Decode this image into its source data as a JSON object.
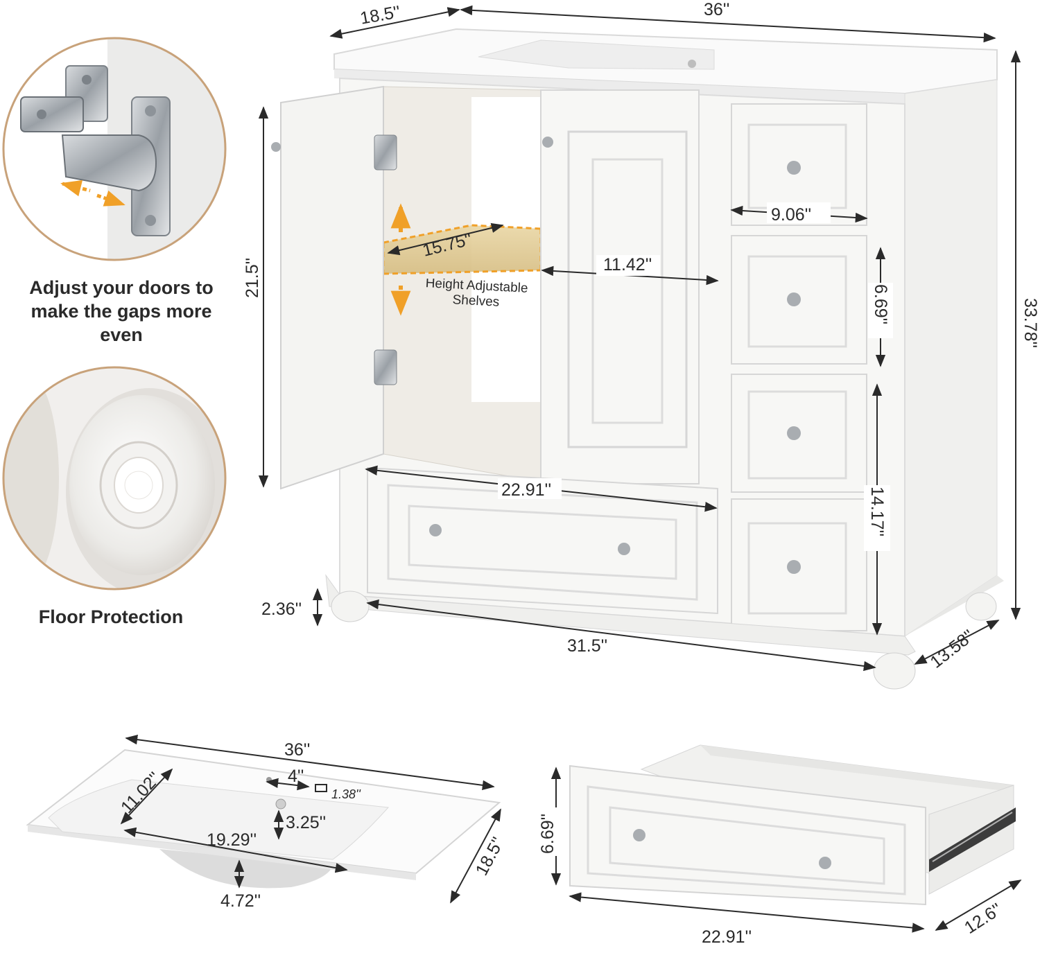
{
  "callouts": {
    "hinge_caption": "Adjust your doors to make the gaps more even",
    "floor_caption": "Floor Protection"
  },
  "vanity": {
    "shelf_label": "Height Adjustable Shelves",
    "dims": {
      "depth_top": "18.5''",
      "width_top": "36''",
      "cabinet_height": "21.5''",
      "shelf_width": "15.75''",
      "inner_depth": "11.42''",
      "small_drawer_width": "9.06''",
      "drawer_height": "6.69''",
      "total_height": "33.78''",
      "large_drawer_width": "22.91''",
      "double_drawer_height": "14.17''",
      "leg_height": "2.36''",
      "base_width": "31.5''",
      "base_depth": "13.58''"
    }
  },
  "sink": {
    "dims": {
      "width": "36''",
      "faucet_spacing": "4''",
      "faucet_hole": "1.38''",
      "bowl_depth_front": "11.02''",
      "drain_offset": "3.25''",
      "bowl_width": "19.29''",
      "depth": "18.5''",
      "bowl_depth": "4.72''"
    }
  },
  "drawer": {
    "dims": {
      "height": "6.69''",
      "width": "22.91''",
      "depth": "12.6''"
    }
  },
  "colors": {
    "accent": "#f0a028",
    "cabinet": "#f4f4f2",
    "dimension_line": "#2a2a2a"
  }
}
